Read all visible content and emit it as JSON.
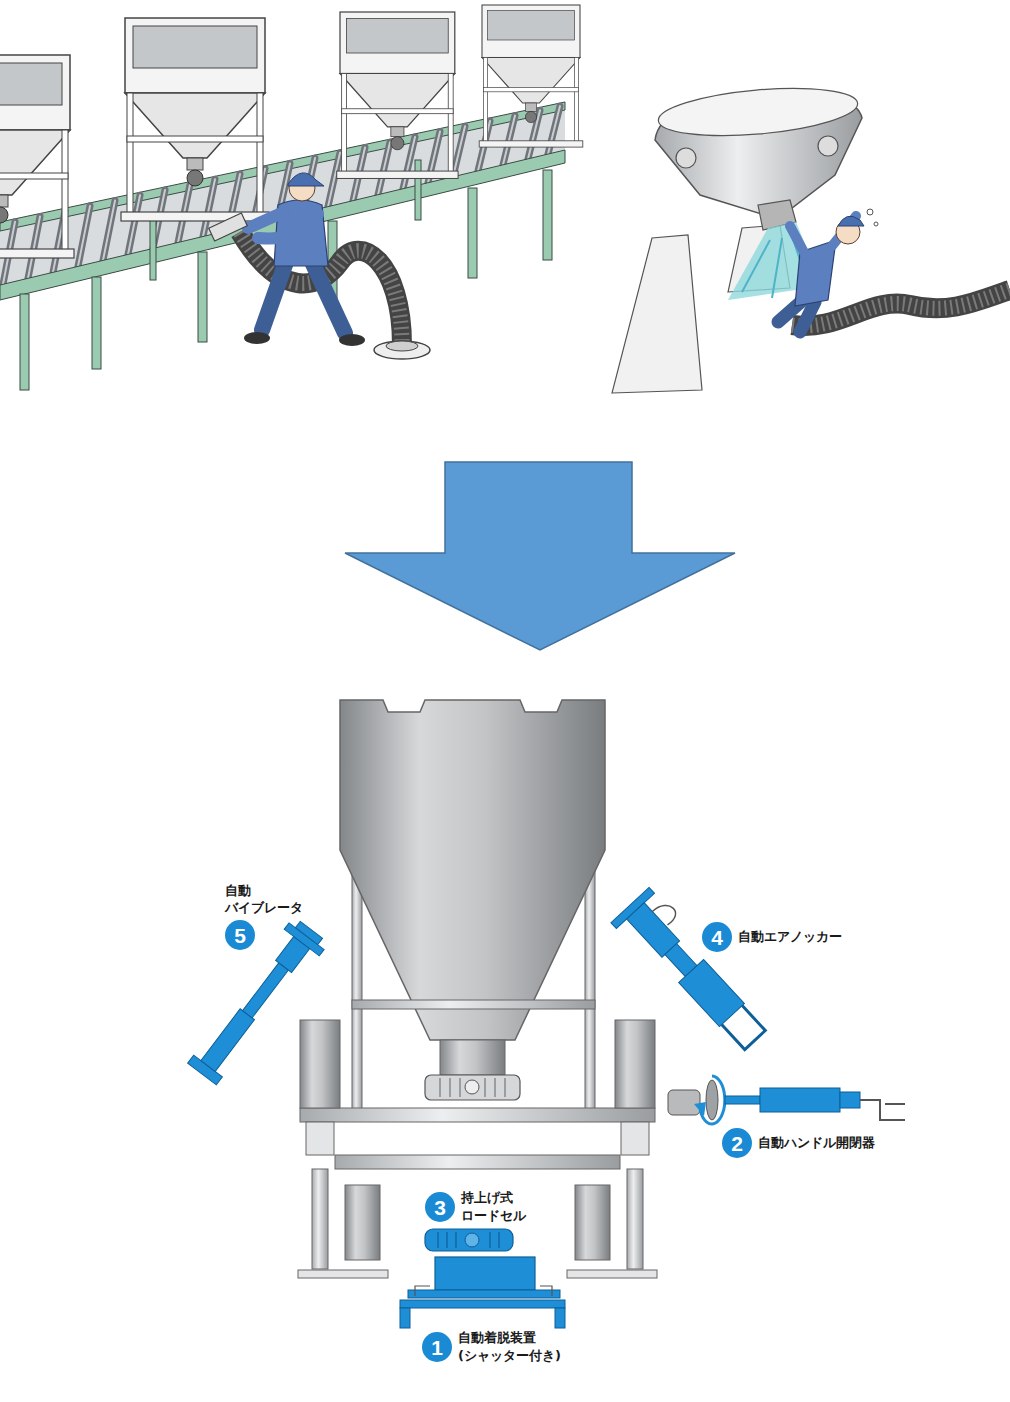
{
  "diagram": {
    "nodes": [
      {
        "text": [
          "5",
          "自動 バイブレータ"
        ]
      },
      {
        "text": [
          "4",
          "自動エアノッカー"
        ]
      },
      {
        "text": [
          "2",
          "自動ハンドル開閉器"
        ]
      },
      {
        "text": [
          "3",
          "持上げ式 ロードセル"
        ]
      },
      {
        "text": [
          "1",
          "自動着脱装置 (シャッター付き)"
        ]
      }
    ]
  }
}
